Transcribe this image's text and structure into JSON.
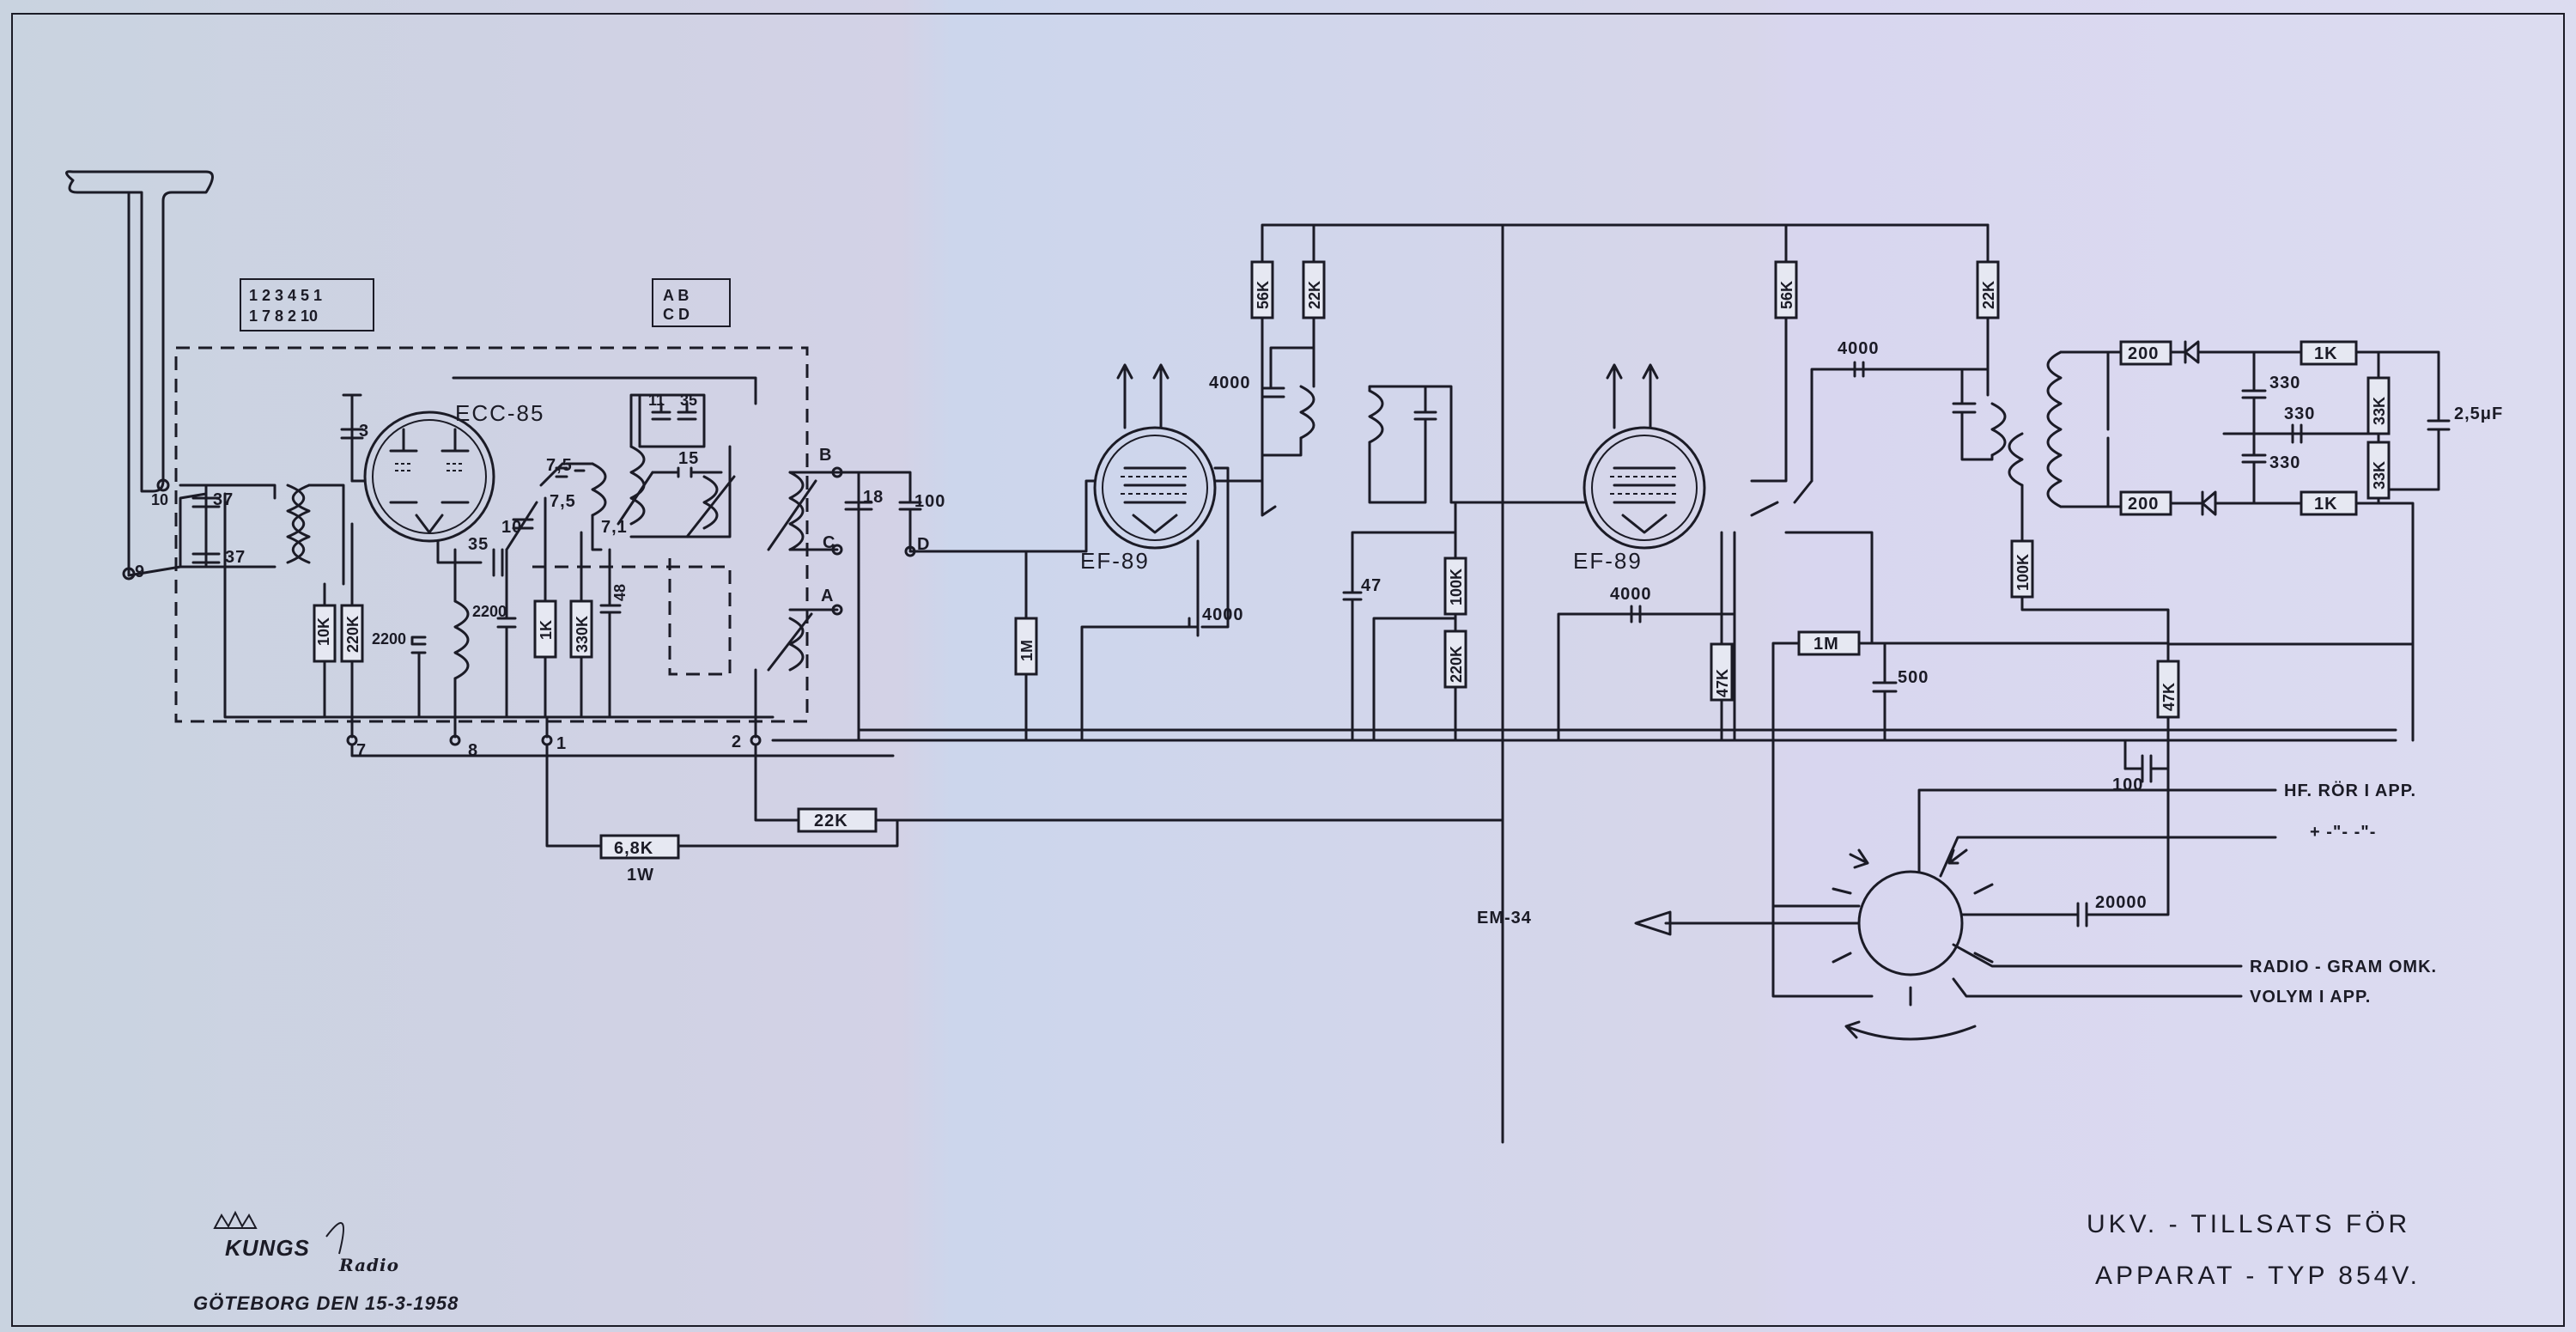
{
  "title": {
    "line1": "UKV. - TILLSATS FÖR",
    "line2": "APPARAT - TYP 854V."
  },
  "maker": {
    "brand": "KUNGS",
    "brand_sub": "Radio",
    "place_date": "GÖTEBORG DEN 15-3-1958"
  },
  "tubes": {
    "t1": "ECC-85",
    "t2": "EF-89",
    "t3": "EF-89",
    "indicator": "EM-34"
  },
  "switch_blocks": {
    "left": {
      "r1": "1 2  3  4 5 1",
      "r2": "1 7  8  2 10"
    },
    "right": {
      "r1": "A B",
      "r2": "C D"
    }
  },
  "terminals": [
    "9",
    "10",
    "7",
    "8",
    "1",
    "2",
    "A",
    "B",
    "C",
    "D"
  ],
  "resistors": [
    "10K",
    "220K",
    "1K",
    "330K",
    "6,8K",
    "22K",
    "1M",
    "56K",
    "22K",
    "100K",
    "220K",
    "1M",
    "47K",
    "56K",
    "22K",
    "200",
    "1K",
    "33K",
    "33K",
    "200",
    "1K",
    "100K",
    "47K"
  ],
  "resistor_note": "1W",
  "capacitors": [
    "37",
    "37",
    "3",
    "35",
    "10",
    "7,5",
    "7,5",
    "15",
    "11",
    "35",
    "48",
    "2200",
    "2200",
    "18",
    "100",
    "4000",
    "4000",
    "47",
    "4000",
    "4000",
    "500",
    "330",
    "330",
    "330",
    "2,5μF",
    "100",
    "20000",
    "7,1"
  ],
  "connections": {
    "hf": "HF. RÖR I APP.",
    "plus": "+   -\"-   -\"-",
    "radio_gram": "RADIO - GRAM OMK.",
    "volume": "VOLYM I APP."
  },
  "colors": {
    "ink": "#1b1b26",
    "paper": "#cfd3e4"
  }
}
